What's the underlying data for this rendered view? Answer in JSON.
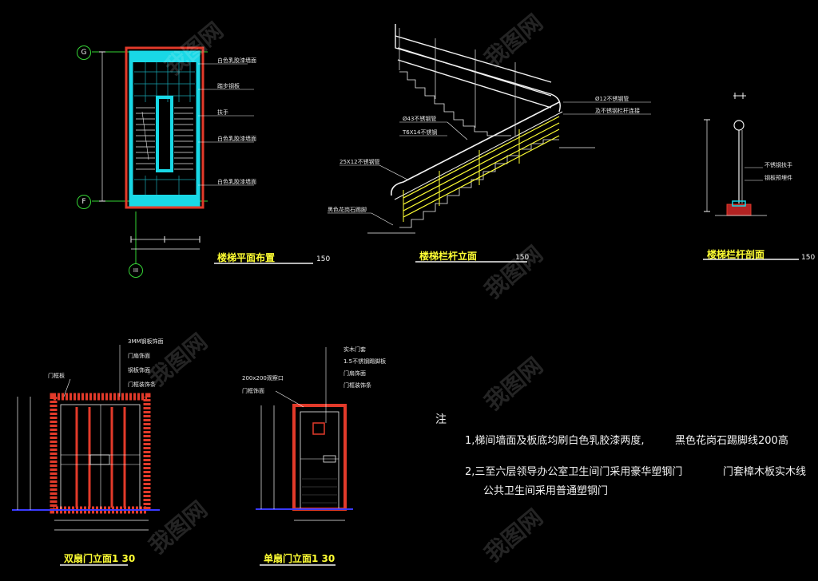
{
  "drawing_titles": {
    "stair_plan": "楼梯平面布置",
    "stair_railing_elevation": "楼梯栏杆立面",
    "railing_section": "楼梯栏杆剖面",
    "double_door_elevation": "双扇门立面1 30",
    "single_door_elevation": "单扇门立面1 30"
  },
  "scales": {
    "stair_plan": "150",
    "stair_railing_elevation": "150",
    "railing_section": "150"
  },
  "grid_axes": {
    "top": "G",
    "bottom": "F",
    "column": "III"
  },
  "callouts": {
    "plan": [
      "白色乳胶漆墙面",
      "踏步钢板",
      "扶手",
      "白色乳胶漆墙面",
      "白色乳胶漆墙面"
    ],
    "railing": [
      "Ø43不锈钢管",
      "T6X14不锈钢",
      "25X12不锈钢管",
      "黑色花岗石踢脚",
      "Ø12不锈钢管",
      "及不锈钢栏杆连接"
    ],
    "section": [
      "不锈钢扶手",
      "钢板预埋件"
    ],
    "double_door": [
      "门框板",
      "3MM钢板饰面",
      "门扇饰面",
      "钢板饰面",
      "门框装饰条"
    ],
    "single_door": [
      "200x200观察口",
      "实木门套",
      "1.5不锈钢踢脚板",
      "门扇饰面",
      "门框装饰条",
      "门框饰面"
    ]
  },
  "notes": {
    "heading": "注",
    "line1": "1,梯间墙面及板底均刷白色乳胶漆两度,",
    "line1_right": "黑色花岗石踢脚线200高",
    "line2": "2,三至六层领导办公室卫生间门采用豪华塑钢门",
    "line2_right": "门套樟木板实木线",
    "line3": "公共卫生间采用普通塑钢门"
  },
  "watermark": "我图网",
  "colors": {
    "background": "#000000",
    "wall_cyan": "#19d8e6",
    "railing_yellow": "#ffff33",
    "frame_red": "#e23a2a",
    "grid_green": "#35d435",
    "dim_white": "#f2f2f2",
    "floor_blue": "#3a3aff"
  }
}
